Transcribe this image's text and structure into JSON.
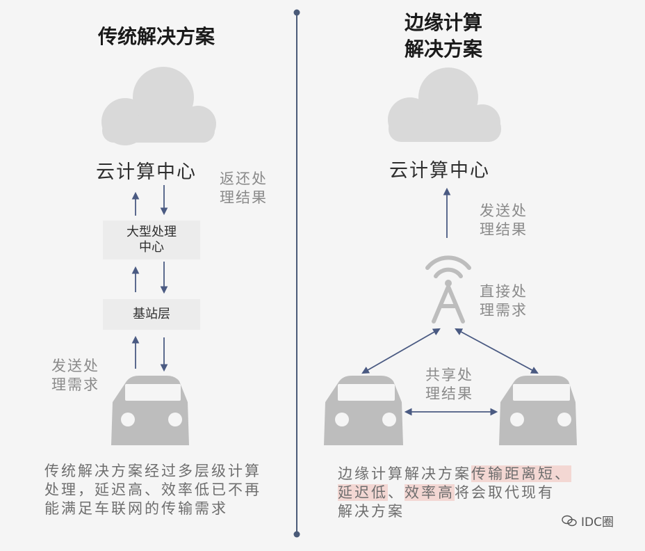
{
  "left": {
    "title": "传统解决方案",
    "cloud_label": "云计算中心",
    "return_label": [
      "返还处",
      "理结果"
    ],
    "box_datacenter": [
      "大型处理",
      "中心"
    ],
    "box_base": "基站层",
    "send_label": [
      "发送处",
      "理需求"
    ],
    "caption": [
      "传统解决方案经过多层级计算",
      "处理，延迟高、效率低已不再",
      "能满足车联网的传输需求"
    ]
  },
  "right": {
    "title": [
      "边缘计算",
      "解决方案"
    ],
    "cloud_label": "云计算中心",
    "send_result_label": [
      "发送处",
      "理结果"
    ],
    "direct_label": [
      "直接处",
      "理需求"
    ],
    "share_label": [
      "共享处",
      "理结果"
    ],
    "caption": {
      "line1_plain": "边缘计算解决方案",
      "line1_hl": "传输距离短、",
      "line2_hl1": "延迟低",
      "line2_plain1": "、",
      "line2_hl2": "效率高",
      "line2_plain2": "将会取代现有",
      "line3": "解决方案"
    }
  },
  "watermark": "IDC圈",
  "colors": {
    "background": "#f5f5f5",
    "divider": "#4a5a78",
    "arrow": "#4a5a82",
    "cloud": "#d9d9d9",
    "car": "#bdbdbd",
    "highlight": "#f0a096"
  },
  "icons": [
    "cloud-icon",
    "car-icon",
    "signal-tower-icon",
    "wechat-icon"
  ]
}
